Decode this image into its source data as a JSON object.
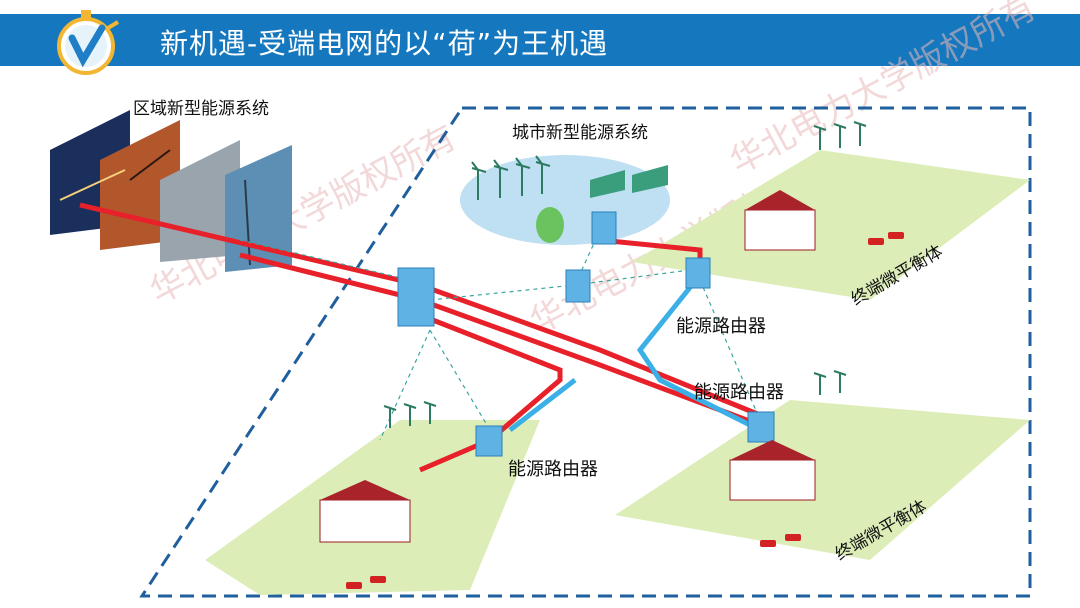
{
  "header": {
    "title": "新机遇-受端电网的以“荷”为王机遇"
  },
  "regional": {
    "label": "区域新型能源系统"
  },
  "city": {
    "label": "城市新型能源系统"
  },
  "routers": [
    {
      "label": "能源路由器"
    },
    {
      "label": "能源路由器"
    },
    {
      "label": "能源路由器"
    }
  ],
  "terminals": [
    {
      "label": "终端微平衡体"
    },
    {
      "label": "终端微平衡体"
    }
  ],
  "watermarks": [
    "华北电力大学版权所有",
    "华北电力大学版权所有",
    "华北电力大学版权所有"
  ],
  "colors": {
    "title_band": "#1577bd",
    "power_line": "#e8202a",
    "flow_line": "#3ab0e6",
    "ground": "#dcedb8",
    "dashed_border": "#1f5f9e"
  }
}
